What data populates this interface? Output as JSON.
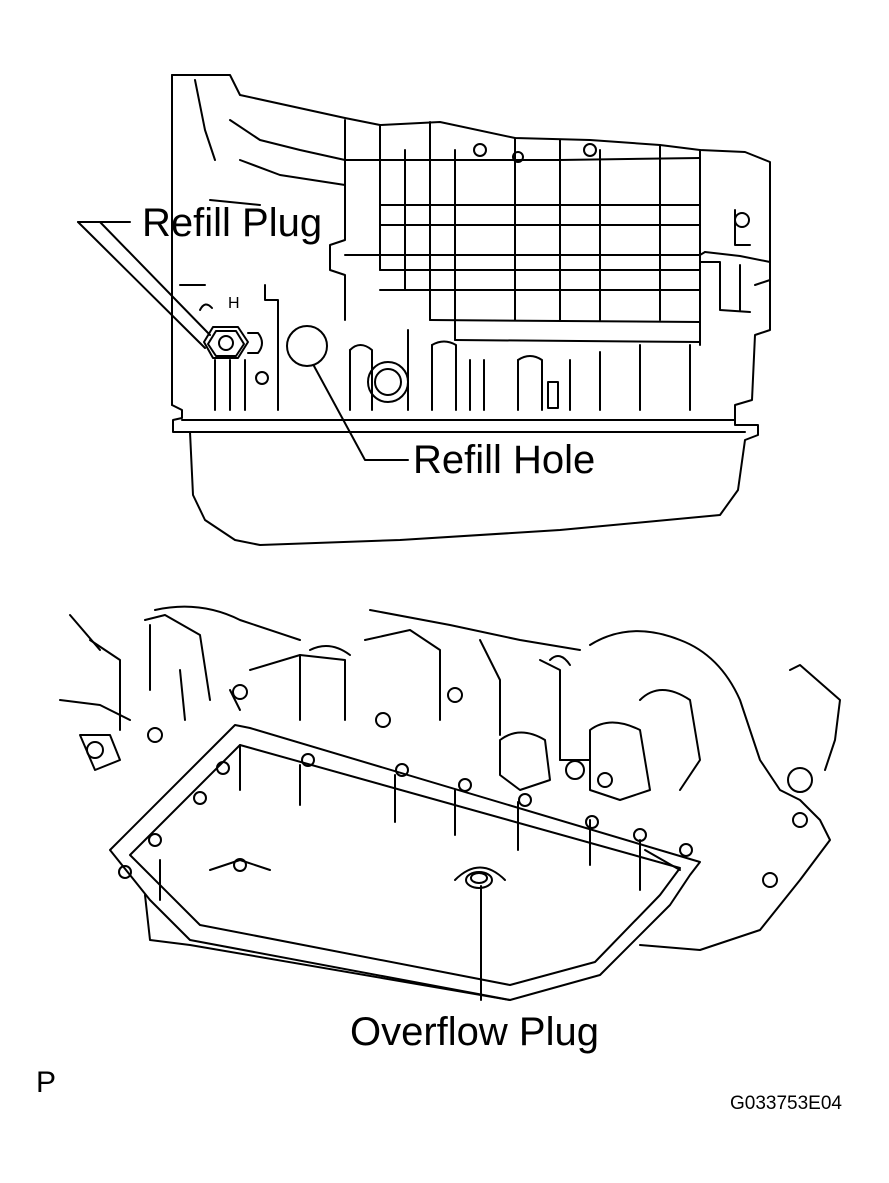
{
  "labels": {
    "refill_plug": "Refill Plug",
    "refill_hole": "Refill Hole",
    "overflow_plug": "Overflow Plug",
    "park_marker": "P",
    "figure_id": "G033753E04",
    "small_mark": "H"
  }
}
